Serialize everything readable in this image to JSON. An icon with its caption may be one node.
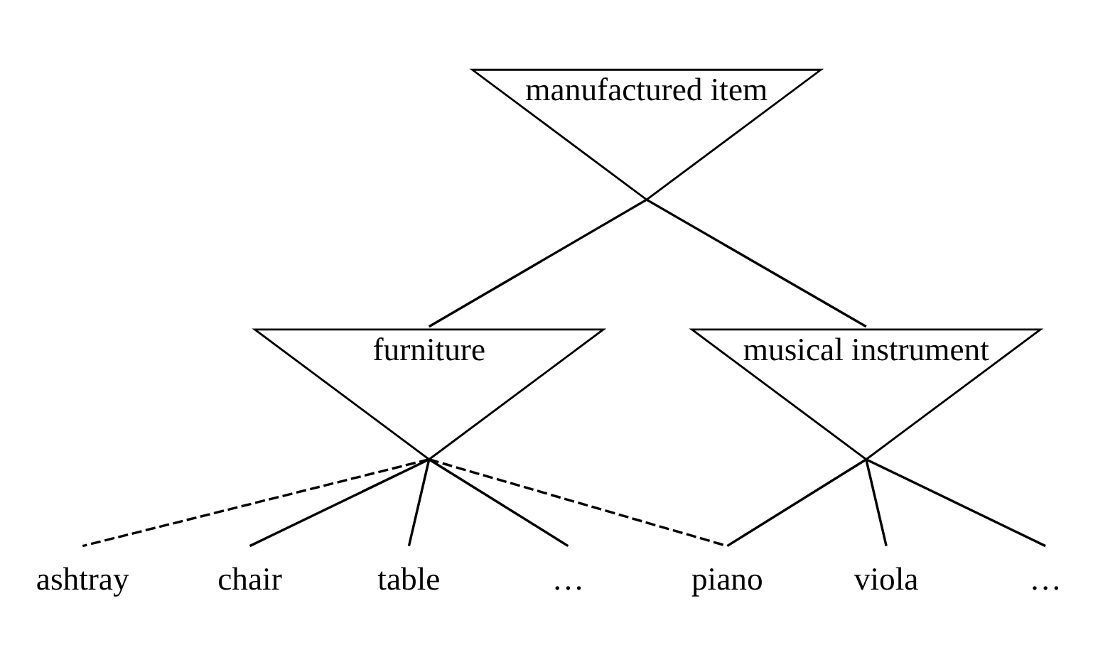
{
  "diagram": {
    "nodes": [
      {
        "text": [
          "manufactured item"
        ]
      },
      {
        "text": [
          "furniture"
        ]
      },
      {
        "text": [
          "musical instrument"
        ]
      },
      {
        "text": [
          "ashtray"
        ]
      },
      {
        "text": [
          "chair"
        ]
      },
      {
        "text": [
          "table"
        ]
      },
      {
        "text": [
          "…"
        ]
      },
      {
        "text": [
          "piano"
        ]
      },
      {
        "text": [
          "viola"
        ]
      },
      {
        "text": [
          "…"
        ]
      }
    ],
    "edges": [
      {
        "from": 0,
        "to": 1,
        "arrow": "none"
      },
      {
        "from": 0,
        "to": 2,
        "arrow": "none"
      },
      {
        "from": 1,
        "to": 3,
        "arrow": "none",
        "style": "dashed"
      },
      {
        "from": 1,
        "to": 4,
        "arrow": "none"
      },
      {
        "from": 1,
        "to": 5,
        "arrow": "none"
      },
      {
        "from": 1,
        "to": 6,
        "arrow": "none"
      },
      {
        "from": 1,
        "to": 7,
        "arrow": "none",
        "style": "dashed"
      },
      {
        "from": 2,
        "to": 7,
        "arrow": "none"
      },
      {
        "from": 2,
        "to": 8,
        "arrow": "none"
      },
      {
        "from": 2,
        "to": 9,
        "arrow": "none"
      }
    ]
  }
}
